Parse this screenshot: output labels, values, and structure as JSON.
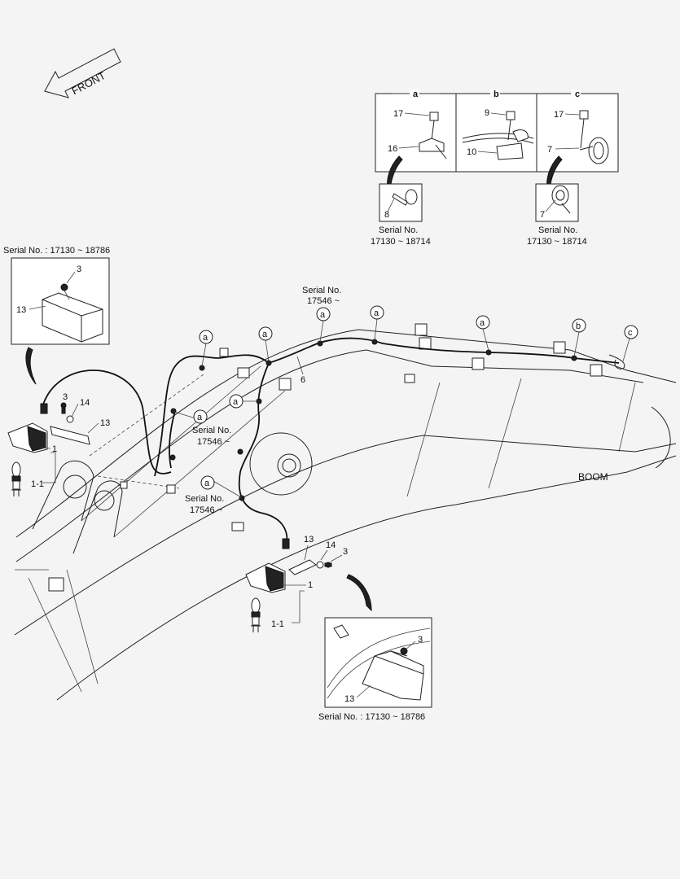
{
  "front_arrow": {
    "label": "FRONT"
  },
  "boom_label": "BOOM",
  "detail_panels": [
    {
      "letter": "a",
      "parts": [
        "17",
        "16"
      ],
      "sub_part": "8",
      "serial_label": "Serial No.",
      "serial_range": "17130 ~ 18714"
    },
    {
      "letter": "b",
      "parts": [
        "9",
        "10"
      ]
    },
    {
      "letter": "c",
      "parts": [
        "17",
        "7"
      ],
      "sub_part": "7",
      "serial_label": "Serial No.",
      "serial_range": "17130 ~ 18714"
    }
  ],
  "upper_left_inset": {
    "serial": "Serial No. : 17130 ~ 18786",
    "parts": [
      "3",
      "13"
    ]
  },
  "lower_right_inset": {
    "serial": "Serial No. : 17130 ~ 18786",
    "parts": [
      "3",
      "13"
    ]
  },
  "left_lamp": {
    "parts": [
      "3",
      "14",
      "13",
      "1",
      "1-1"
    ]
  },
  "right_lamp": {
    "parts": [
      "13",
      "14",
      "3",
      "1",
      "1-1"
    ]
  },
  "harness_part": "6",
  "clip_markers": [
    "a",
    "a",
    "a",
    "a",
    "a",
    "a",
    "a",
    "a",
    "b",
    "c"
  ],
  "serial_notes": [
    {
      "line1": "Serial No.",
      "line2": "17546 ~"
    },
    {
      "line1": "Serial No.",
      "line2": "17546 ~"
    },
    {
      "line1": "Serial No.",
      "line2": "17546 ~"
    }
  ]
}
